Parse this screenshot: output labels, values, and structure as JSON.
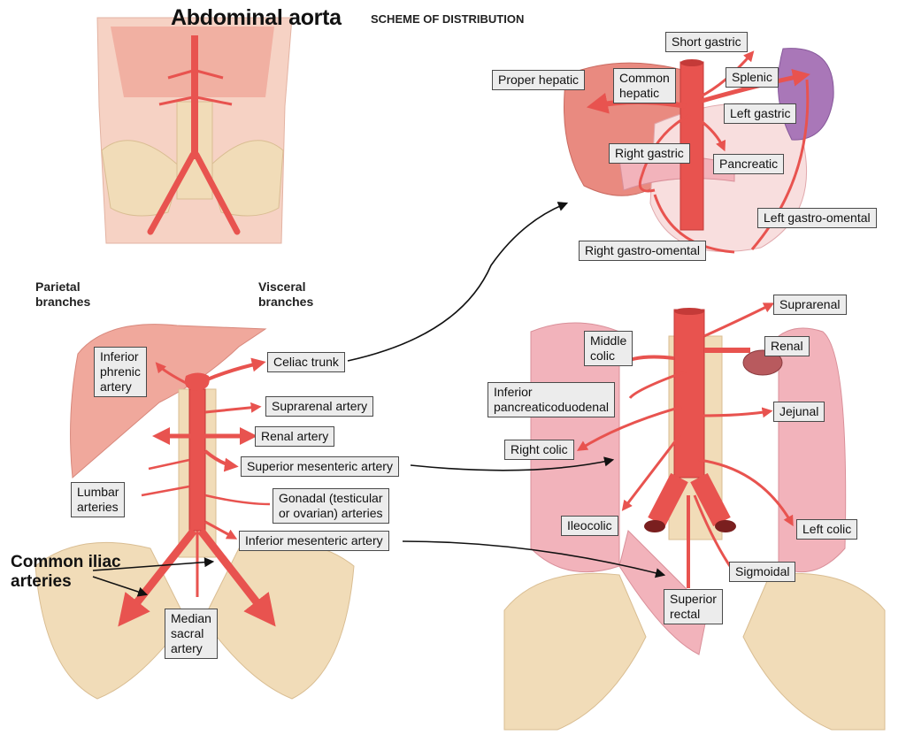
{
  "title": "Abdominal aorta",
  "subtitle": "SCHEME OF DISTRIBUTION",
  "headings": {
    "parietal": "Parietal\nbranches",
    "visceral": "Visceral\nbranches"
  },
  "labels": {
    "short_gastric": "Short gastric",
    "proper_hepatic": "Proper hepatic",
    "common_hepatic": "Common\nhepatic",
    "splenic": "Splenic",
    "left_gastric": "Left gastric",
    "right_gastric": "Right gastric",
    "pancreatic": "Pancreatic",
    "left_gastro_omental": "Left gastro-omental",
    "right_gastro_omental": "Right gastro-omental",
    "inferior_phrenic": "Inferior\nphrenic\nartery",
    "celiac_trunk": "Celiac trunk",
    "suprarenal_artery": "Suprarenal artery",
    "renal_artery": "Renal artery",
    "superior_mesenteric": "Superior mesenteric artery",
    "lumbar": "Lumbar\narteries",
    "gonadal": "Gonadal (testicular\nor ovarian) arteries",
    "inferior_mesenteric": "Inferior mesenteric artery",
    "common_iliac": "Common iliac\narteries",
    "median_sacral": "Median\nsacral\nartery",
    "suprarenal": "Suprarenal",
    "middle_colic": "Middle\ncolic",
    "renal": "Renal",
    "inferior_pd": "Inferior\npancreaticoduodenal",
    "jejunal": "Jejunal",
    "right_colic": "Right colic",
    "ileocolic": "Ileocolic",
    "left_colic": "Left colic",
    "sigmoidal": "Sigmoidal",
    "superior_rectal": "Superior\nrectal"
  },
  "colors": {
    "artery": "#e8534f",
    "artery_dark": "#c43a38",
    "bone": "#f1dcb8",
    "skin": "#f6d2c4",
    "liver": "#e98a80",
    "spleen": "#a977b8",
    "intestine": "#f2b3bb"
  }
}
